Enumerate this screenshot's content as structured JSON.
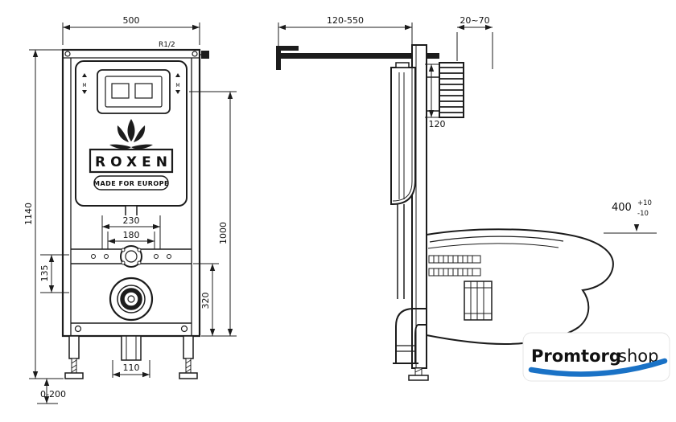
{
  "drawing": {
    "front": {
      "dim_width": "500",
      "dim_height": "1140",
      "dim_plate_height": "1000",
      "dim_rough_width": "230",
      "dim_inner_width": "180",
      "dim_outlet_offset": "135",
      "dim_outlet_height": "320",
      "dim_drain_width": "110",
      "dim_leg_adjust": "0-200",
      "label_inlet": "R1/2",
      "mark_left": "M",
      "mark_right": "M",
      "brand": "ROXEN",
      "brand_tagline": "MADE FOR EUROPE"
    },
    "side": {
      "dim_arm": "120-550",
      "dim_wall_gap": "20~70",
      "dim_bracket": "120",
      "dim_bowl_height": "400",
      "dim_bowl_tol_up": "+10",
      "dim_bowl_tol_down": "-10"
    }
  },
  "logo": {
    "text_bold": "Promtorg",
    "text_regular": "shop"
  },
  "colors": {
    "line": "#1c1c1c",
    "logo_navy": "#16355e",
    "logo_blue": "#1a72c6"
  }
}
